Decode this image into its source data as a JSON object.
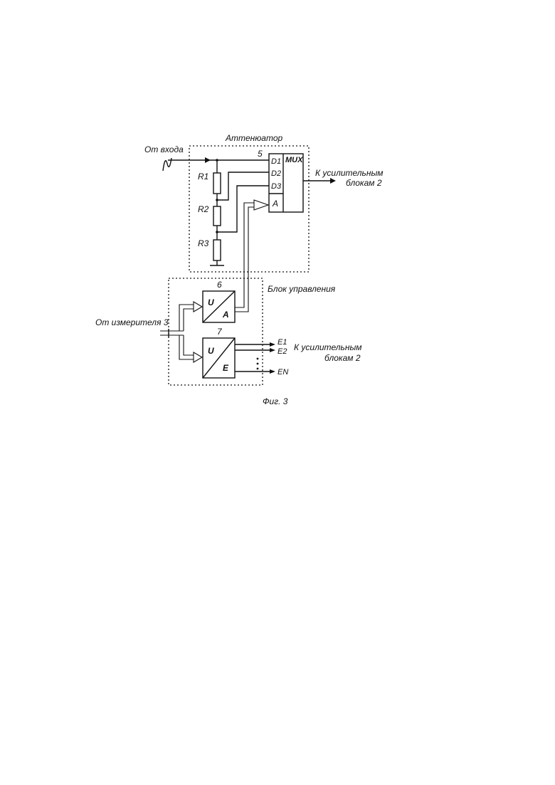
{
  "attenuator": {
    "title": "Аттенюатор",
    "block_number": "5",
    "resistors": [
      "R1",
      "R2",
      "R3"
    ]
  },
  "mux": {
    "title": "MUX",
    "inputs": [
      "D1",
      "D2",
      "D3"
    ],
    "address": "A"
  },
  "input": {
    "label": "От входа"
  },
  "output_mux": {
    "line1": "К усилительным",
    "line2": "блокам 2"
  },
  "control": {
    "title": "Блок управления",
    "meter_label": "От измерителя 3",
    "converter_ua": {
      "number": "6",
      "top": "U",
      "bottom": "A"
    },
    "converter_ue": {
      "number": "7",
      "top": "U",
      "bottom": "E"
    },
    "outputs": [
      "E1",
      "E2",
      "EN"
    ],
    "output_label": {
      "line1": "К усилительным",
      "line2": "блокам 2"
    }
  },
  "caption": "Фиг. 3"
}
